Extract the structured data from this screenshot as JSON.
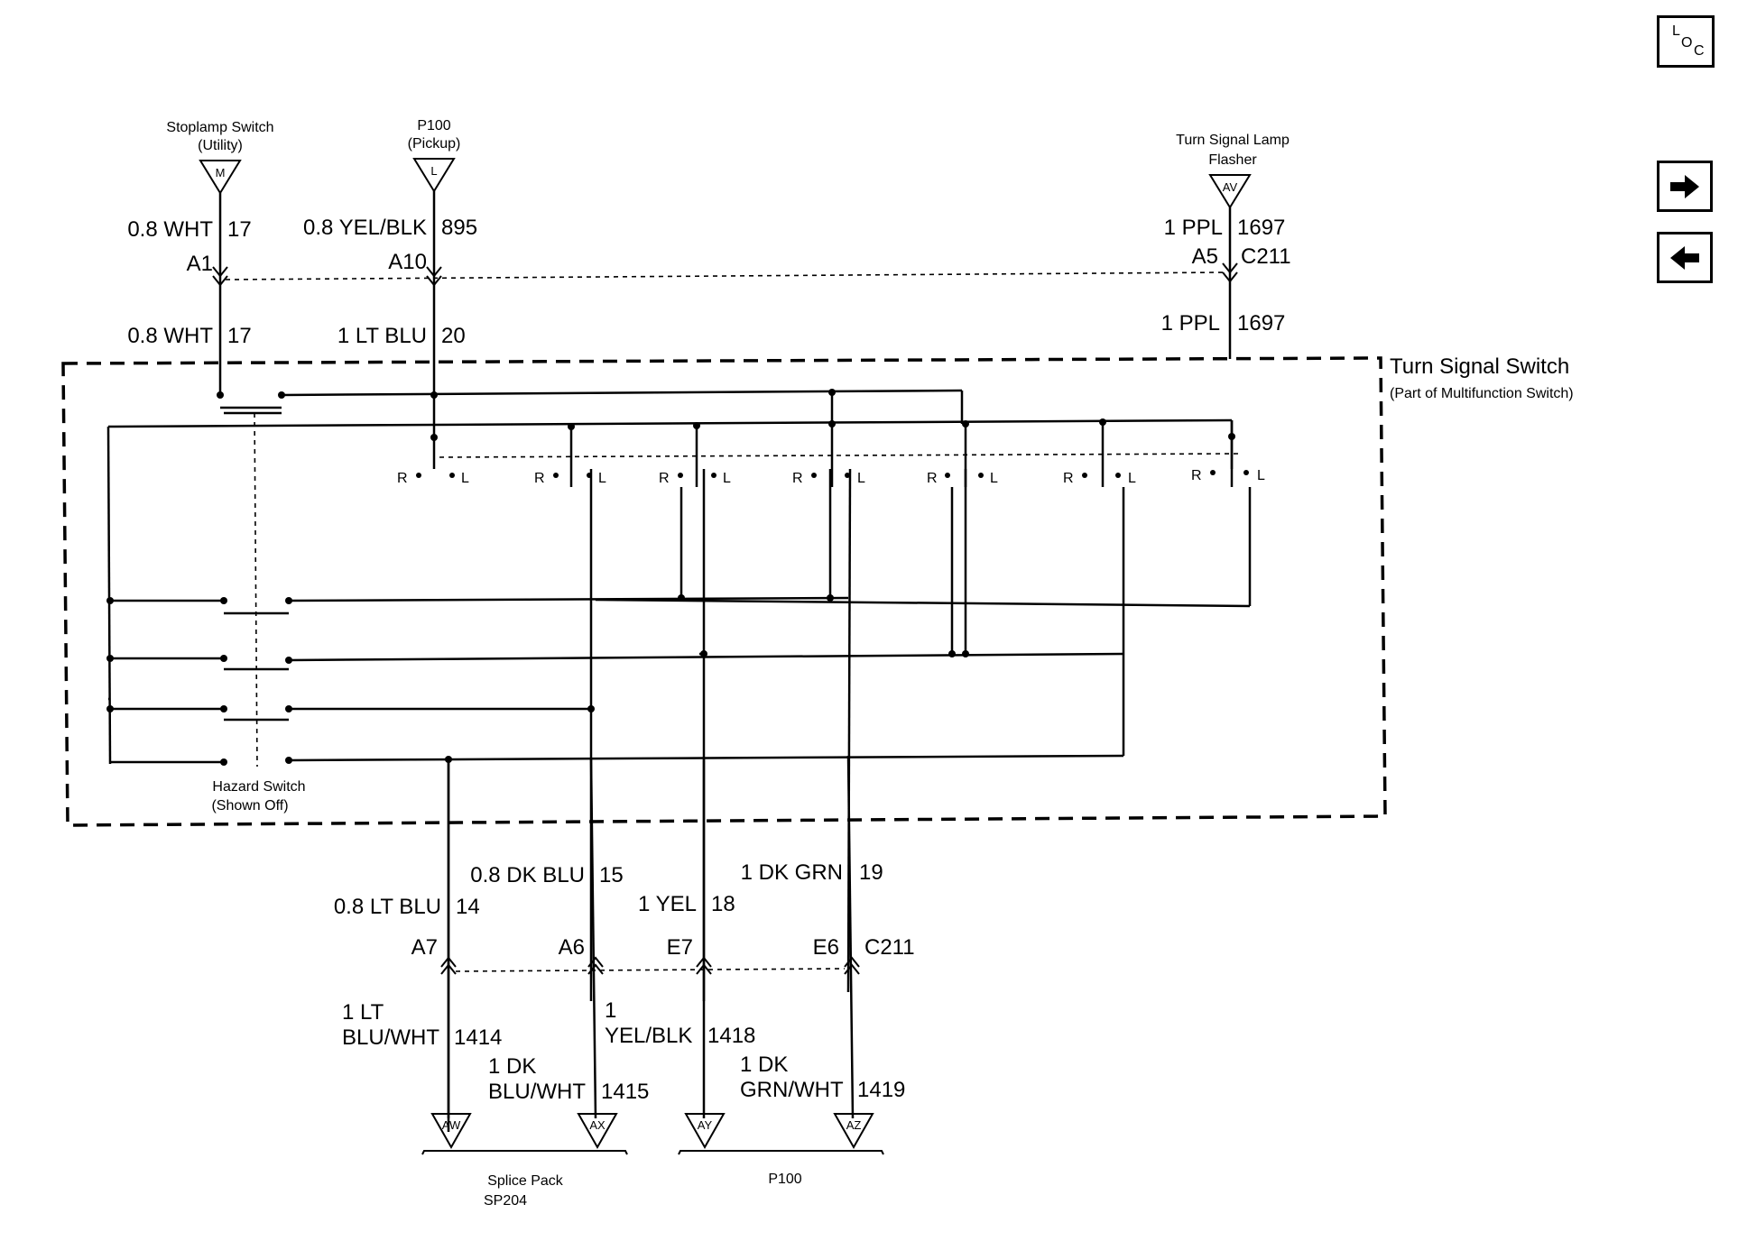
{
  "nav": {
    "loc": {
      "l": "L",
      "o": "O",
      "c": "C"
    },
    "next_icon": "arrow-right-icon",
    "prev_icon": "arrow-left-icon"
  },
  "top_components": {
    "stoplamp": {
      "name": "Stoplamp Switch",
      "sub": "(Utility)",
      "pin": "M"
    },
    "p100": {
      "name": "P100",
      "sub": "(Pickup)",
      "pin": "L"
    },
    "flasher": {
      "name": "Turn Signal Lamp",
      "sub": "Flasher",
      "pin": "AV"
    }
  },
  "top_wires": {
    "stoplamp_in": {
      "wire": "0.8 WHT",
      "circuit": "17"
    },
    "p100_in": {
      "wire": "0.8 YEL/BLK",
      "circuit": "895"
    },
    "flasher_in": {
      "wire": "1 PPL",
      "circuit": "1697"
    },
    "stoplamp_out": {
      "wire": "0.8 WHT",
      "circuit": "17"
    },
    "p100_out": {
      "wire": "1 LT BLU",
      "circuit": "20"
    },
    "flasher_out": {
      "wire": "1 PPL",
      "circuit": "1697"
    }
  },
  "connector_top": {
    "a1": "A1",
    "a10": "A10",
    "a5": "A5",
    "name": "C211"
  },
  "switch": {
    "name": "Turn Signal Switch",
    "sub": "(Part of Multifunction Switch)",
    "r": "R",
    "l": "L",
    "hazard_name": "Hazard Switch",
    "hazard_sub": "(Shown Off)"
  },
  "bottom_wires": {
    "a7": {
      "wire": "0.8 LT BLU",
      "circuit": "14"
    },
    "a6": {
      "wire": "0.8 DK BLU",
      "circuit": "15"
    },
    "e7": {
      "wire": "1 YEL",
      "circuit": "18"
    },
    "e6": {
      "wire": "1 DK GRN",
      "circuit": "19"
    }
  },
  "connector_bottom": {
    "a7": "A7",
    "a6": "A6",
    "e7": "E7",
    "e6": "E6",
    "name": "C211"
  },
  "lower_wires": {
    "w1414": {
      "line1": "1 LT",
      "line2": "BLU/WHT",
      "circuit": "1414"
    },
    "w1418": {
      "line1": "1",
      "line2": "YEL/BLK",
      "circuit": "1418"
    },
    "w1415": {
      "line1": "1 DK",
      "line2": "BLU/WHT",
      "circuit": "1415"
    },
    "w1419": {
      "line1": "1 DK",
      "line2": "GRN/WHT",
      "circuit": "1419"
    }
  },
  "bottom_pins": {
    "aw": "AW",
    "ax": "AX",
    "ay": "AY",
    "az": "AZ"
  },
  "bottom_groups": {
    "splice": {
      "name": "Splice Pack",
      "id": "SP204"
    },
    "p100": {
      "name": "P100"
    }
  }
}
